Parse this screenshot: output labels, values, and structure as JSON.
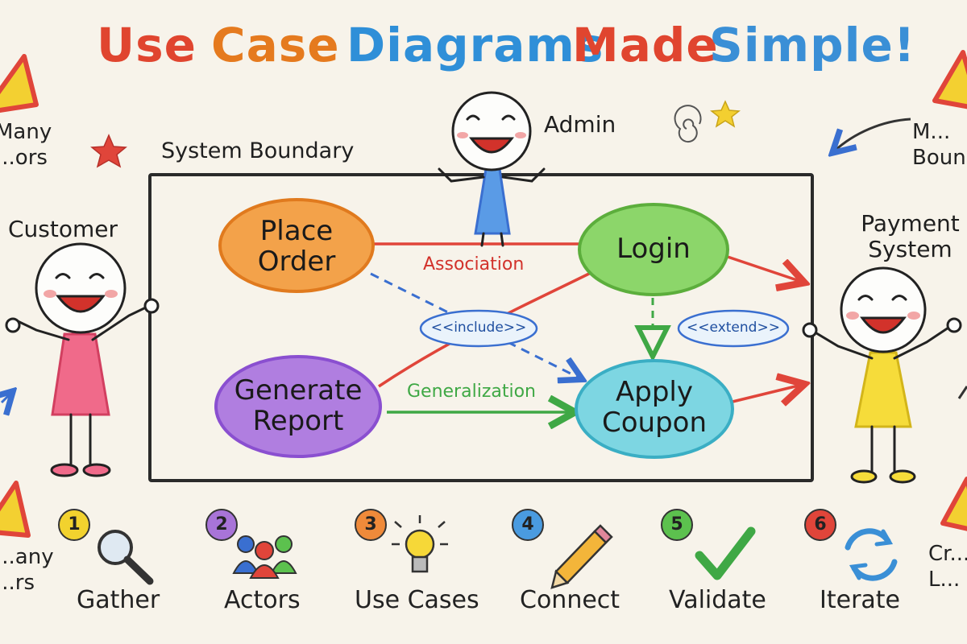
{
  "title": {
    "words": [
      {
        "text": "Use",
        "color": "#e0452f"
      },
      {
        "text": "Case",
        "color": "#e57a1e"
      },
      {
        "text": "Diagrams",
        "color": "#2f8fd8"
      },
      {
        "text": "Made",
        "color": "#e0452f"
      },
      {
        "text": "Simple!",
        "color": "#3a8fd6"
      }
    ]
  },
  "boundary": {
    "label": "System Boundary"
  },
  "actors": {
    "admin": "Admin",
    "customer": "Customer",
    "payment": "Payment System"
  },
  "use_cases": {
    "place_order": "Place Order",
    "login": "Login",
    "generate_report": "Generate Report",
    "apply_coupon": "Apply Coupon"
  },
  "relations": {
    "association": "Association",
    "generalization": "Generalization",
    "include": "<<include>>",
    "extend": "<<extend>>"
  },
  "edge_labels": {
    "left_top": "Many ...ors",
    "right_top": "M... Boun...",
    "left_bottom": "...any ...rs",
    "right_bottom": "Cr... L..."
  },
  "steps": [
    {
      "num": "1",
      "label": "Gather",
      "color": "#f2d22e",
      "icon": "magnifier-icon"
    },
    {
      "num": "2",
      "label": "Actors",
      "color": "#a874d8",
      "icon": "people-icon"
    },
    {
      "num": "3",
      "label": "Use Cases",
      "color": "#ef8a3a",
      "icon": "lightbulb-icon"
    },
    {
      "num": "4",
      "label": "Connect",
      "color": "#4a9be0",
      "icon": "pencil-icon"
    },
    {
      "num": "5",
      "label": "Validate",
      "color": "#5cc14e",
      "icon": "checkmark-icon"
    },
    {
      "num": "6",
      "label": "Iterate",
      "color": "#e0453a",
      "icon": "cycle-arrows-icon"
    }
  ]
}
